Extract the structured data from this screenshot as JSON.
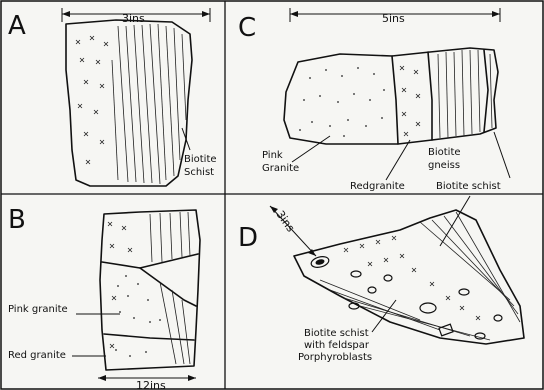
{
  "panels": {
    "a": {
      "letter": "A",
      "dimension": "3ins",
      "label_biotite_schist_line1": "Biotite",
      "label_biotite_schist_line2": "Schist"
    },
    "b": {
      "letter": "B",
      "dimension": "12ins",
      "label_pink_granite": "Pink granite",
      "label_red_granite": "Red granite"
    },
    "c": {
      "letter": "C",
      "dimension": "5ins",
      "label_pink_granite_line1": "Pink",
      "label_pink_granite_line2": "Granite",
      "label_biotite_gneiss_line1": "Biotite",
      "label_biotite_gneiss_line2": "gneiss",
      "label_red_granite": "Redgranite",
      "label_biotite_schist": "Biotite schist"
    },
    "d": {
      "letter": "D",
      "dimension": "3ins",
      "label_line1": "Biotite schist",
      "label_line2": "with feldspar",
      "label_line3": "Porphyroblasts"
    }
  }
}
